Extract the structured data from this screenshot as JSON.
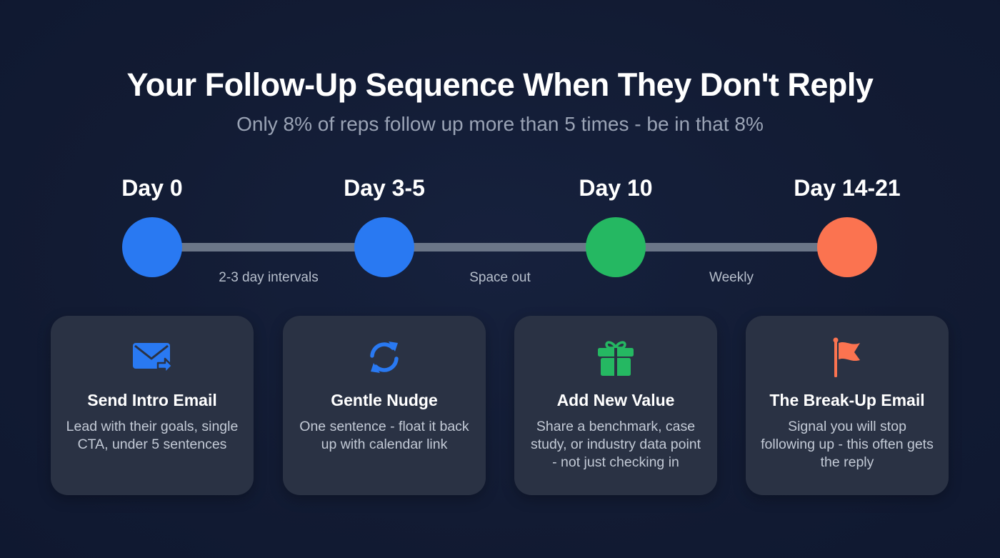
{
  "header": {
    "title": "Your Follow-Up Sequence When They Don't Reply",
    "subtitle": "Only 8% of reps follow up more than 5 times - be in that 8%"
  },
  "timeline": {
    "track_color": "#6b7688",
    "steps": [
      {
        "day": "Day 0",
        "color": "#2979f2"
      },
      {
        "day": "Day 3-5",
        "color": "#2979f2"
      },
      {
        "day": "Day 10",
        "color": "#25b862"
      },
      {
        "day": "Day 14-21",
        "color": "#fb7350"
      }
    ],
    "intervals": [
      {
        "label": "2-3 day intervals"
      },
      {
        "label": "Space out"
      },
      {
        "label": "Weekly"
      }
    ]
  },
  "cards": [
    {
      "icon": "email-send-icon",
      "icon_color": "#2979f2",
      "title": "Send Intro Email",
      "description": "Lead with their goals, single CTA, under 5 sentences"
    },
    {
      "icon": "refresh-icon",
      "icon_color": "#2979f2",
      "title": "Gentle Nudge",
      "description": "One sentence - float it back up with calendar link"
    },
    {
      "icon": "gift-icon",
      "icon_color": "#25b862",
      "title": "Add New Value",
      "description": "Share a benchmark, case study, or industry data point - not just checking in"
    },
    {
      "icon": "flag-icon",
      "icon_color": "#fb7350",
      "title": "The Break-Up Email",
      "description": "Signal you will stop following up - this often gets the reply"
    }
  ]
}
